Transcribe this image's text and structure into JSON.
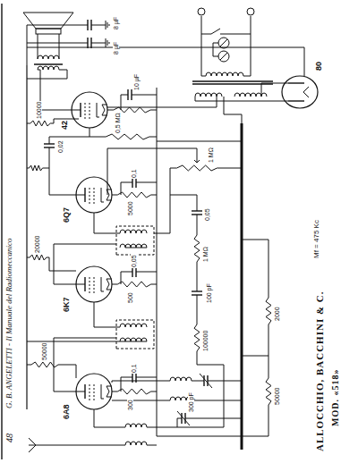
{
  "diagram": {
    "title": "ALLOCCHIO, BACCHINI & C.",
    "labels": [
      "48",
      "G. B. ANGELETTI - Il Manuale del Radiomeccanico",
      "MOD. «518»",
      "6A8",
      "6K7",
      "6Q7",
      "42",
      "80",
      "50000",
      "0,1",
      "300",
      "500",
      "0,05",
      "5000",
      "0,1",
      "10 µF",
      "0,5 MΩ",
      "20000",
      "0,02",
      "8 µF",
      "8 µF",
      "1 MΩ",
      "100000",
      "1 MΩ",
      "100 pF",
      "300 pF",
      "Mf = 475 Kc",
      "50000",
      "2000",
      "0,05",
      "10000"
    ]
  }
}
